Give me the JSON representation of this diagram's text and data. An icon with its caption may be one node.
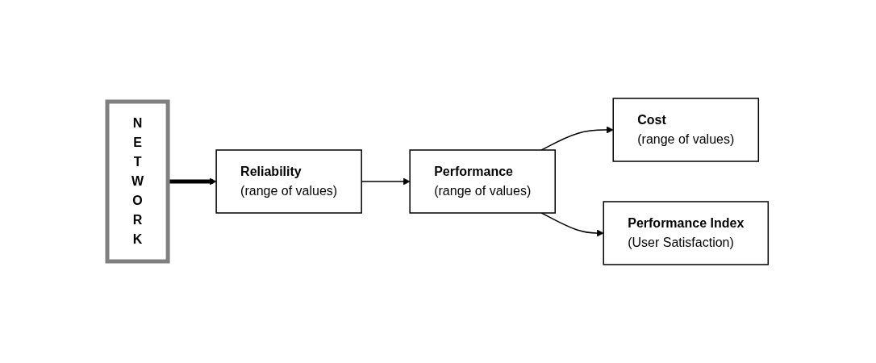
{
  "diagram": {
    "nodes": [
      {
        "text": [
          "N E T W O R K"
        ]
      },
      {
        "text": [
          "Reliability",
          "(range of values)"
        ]
      },
      {
        "text": [
          "Performance",
          "(range of values)"
        ]
      },
      {
        "text": [
          "Cost",
          "(range of values)"
        ]
      },
      {
        "text": [
          "Performance Index",
          "(User Satisfaction)"
        ]
      }
    ],
    "edges": [
      {
        "from": 0,
        "to": 1,
        "arrow": "to",
        "style": "thick"
      },
      {
        "from": 1,
        "to": 2,
        "arrow": "to"
      },
      {
        "from": 2,
        "to": 3,
        "arrow": "to"
      },
      {
        "from": 2,
        "to": 4,
        "arrow": "to"
      }
    ]
  }
}
